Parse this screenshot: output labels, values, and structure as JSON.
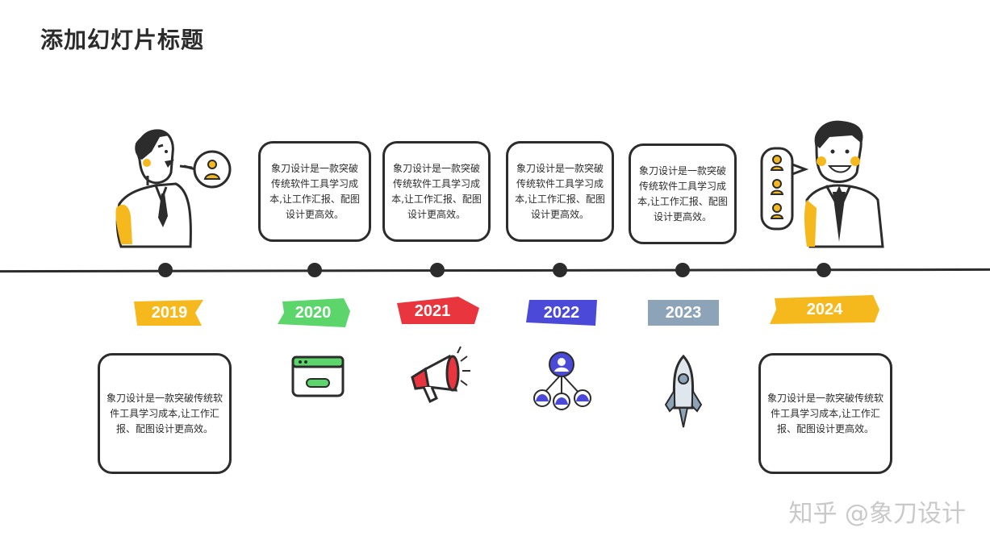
{
  "title": "添加幻灯片标题",
  "timeline": [
    {
      "year": "2019",
      "color": "#f5b91e",
      "text": "象刀设计是一款突破传统软件工具学习成本,让工作汇报、配图设计更高效。",
      "icon": "man-speaking-illustration"
    },
    {
      "year": "2020",
      "color": "#5cd66b",
      "text": "象刀设计是一款突破传统软件工具学习成本,让工作汇报、配图设计更高效。",
      "icon": "browser-window-icon"
    },
    {
      "year": "2021",
      "color": "#e8353e",
      "text": "象刀设计是一款突破传统软件工具学习成本,让工作汇报、配图设计更高效。",
      "icon": "megaphone-icon"
    },
    {
      "year": "2022",
      "color": "#4a49d8",
      "text": "象刀设计是一款突破传统软件工具学习成本,让工作汇报、配图设计更高效。",
      "icon": "network-people-icon"
    },
    {
      "year": "2023",
      "color": "#8da3b8",
      "text": "象刀设计是一款突破传统软件工具学习成本,让工作汇报、配图设计更高效。",
      "icon": "rocket-icon"
    },
    {
      "year": "2024",
      "color": "#f5b91e",
      "text": "象刀设计是一款突破传统软件工具学习成本,让工作汇报、配图设计更高效。",
      "icon": "businessman-illustration"
    }
  ],
  "watermark": "知乎 @象刀设计"
}
